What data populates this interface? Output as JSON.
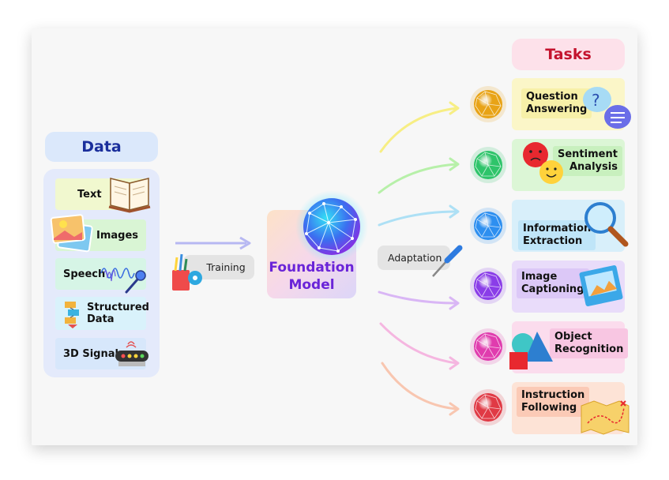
{
  "data_section": {
    "title": "Data",
    "items": [
      {
        "label": "Text"
      },
      {
        "label": "Images"
      },
      {
        "label": "Speech"
      },
      {
        "label": "Structured\nData"
      },
      {
        "label": "3D Signals"
      }
    ]
  },
  "training": {
    "label": "Training"
  },
  "foundation_model": {
    "line1": "Foundation",
    "line2": "Model"
  },
  "adaptation": {
    "label": "Adaptation"
  },
  "tasks_section": {
    "title": "Tasks",
    "items": [
      {
        "line1": "Question",
        "line2": "Answering",
        "color": "#fbf6c8",
        "sphere": "#e8a316"
      },
      {
        "line1": "Sentiment",
        "line2": "Analysis",
        "color": "#dcf6d6",
        "sphere": "#2ec46a"
      },
      {
        "line1": "Information",
        "line2": "Extraction",
        "color": "#d8effa",
        "sphere": "#2d8ff0"
      },
      {
        "line1": "Image",
        "line2": "Captioning",
        "color": "#e9dcfa",
        "sphere": "#8a3de8"
      },
      {
        "line1": "Object",
        "line2": "Recognition",
        "color": "#fbdced",
        "sphere": "#e03cae"
      },
      {
        "line1": "Instruction",
        "line2": "Following",
        "color": "#fde3d6",
        "sphere": "#e03a45"
      }
    ]
  }
}
